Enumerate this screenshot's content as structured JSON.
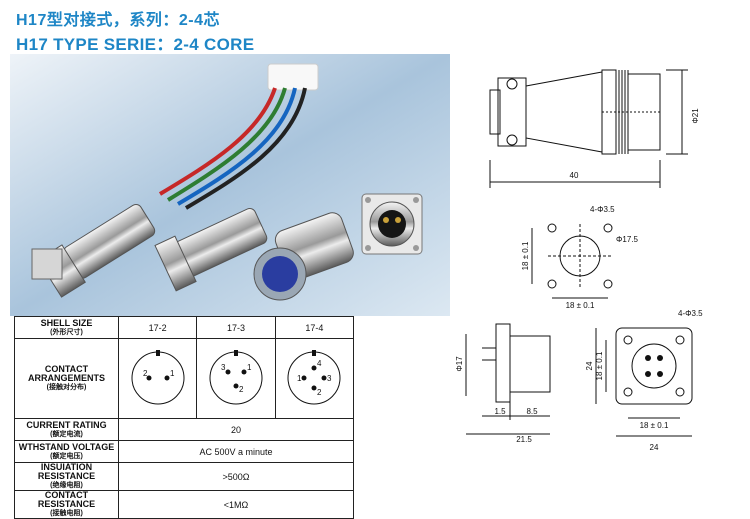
{
  "title_cn": "H17型对接式，系列：2-4芯",
  "title_en": "H17 TYPE SERIE：2-4 CORE",
  "drawing_top": {
    "length": "40",
    "diameter": "Φ21"
  },
  "drawing_hole": {
    "holes": "4-Φ3.5",
    "cutout": "Φ17.5",
    "vertical": "18 ± 0.1",
    "horizontal": "18 ± 0.1"
  },
  "drawing_bottom": {
    "diameter": "Φ17",
    "left_a": "1.5",
    "left_b": "8.5",
    "left_total": "21.5",
    "holes": "4-Φ3.5",
    "side": "24",
    "vertical": "18 ± 0.1",
    "horizontal": "18 ± 0.1",
    "width": "24"
  },
  "table": {
    "shell_label": "SHELL SIZE",
    "shell_label_cn": "(外形尺寸)",
    "sizes": [
      "17-2",
      "17-3",
      "17-4"
    ],
    "contact_label": "CONTACT ARRANGEMENTS",
    "contact_label_cn": "(接触对分布)",
    "pins_2": [
      "2",
      "1"
    ],
    "pins_3": [
      "3",
      "1",
      "2"
    ],
    "pins_4": [
      "4",
      "1",
      "3",
      "2"
    ],
    "current_label": "CURRENT RATING",
    "current_label_cn": "(额定电流)",
    "current_value": "20",
    "withstand_label": "WTHSTAND VOLTAGE",
    "withstand_label_cn": "(额定电压)",
    "withstand_value": "AC 500V a minute",
    "insulation_label": "INSUIATION RESISTANCE",
    "insulation_label_cn": "(绝缘电阻)",
    "insulation_value": ">500Ω",
    "contact_res_label": "CONTACT RESISTANCE",
    "contact_res_label_cn": "(接触电阻)",
    "contact_res_value": "<1MΩ"
  }
}
